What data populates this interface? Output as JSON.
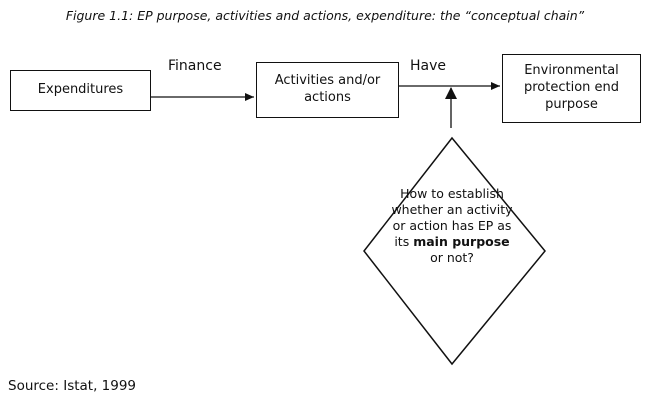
{
  "caption": "Figure 1.1:  EP purpose, activities and actions, expenditure: the “conceptual chain”",
  "nodes": {
    "expenditures": {
      "label": "Expenditures"
    },
    "activities": {
      "line1": "Activities and/or",
      "line2": "actions"
    },
    "purpose": {
      "line1": "Environmental",
      "line2": "protection end",
      "line3": "purpose"
    }
  },
  "edges": {
    "finance": "Finance",
    "have": "Have"
  },
  "question": {
    "part1": "How to establish whether an activity or action has EP as its",
    "emphasis": "main purpose",
    "part2": "or not?"
  },
  "source": "Source: Istat, 1999",
  "colors": {
    "line": "#111111",
    "background": "#ffffff"
  }
}
